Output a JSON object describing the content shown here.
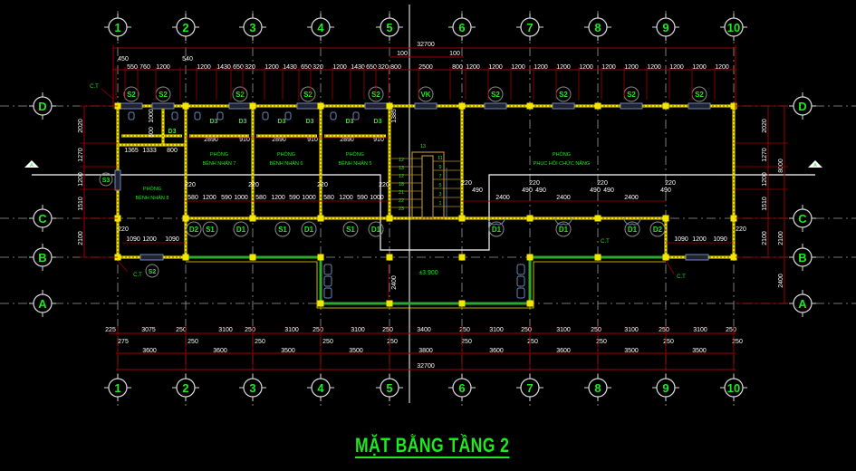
{
  "drawing": {
    "title": "MẶT BẰNG TẦNG 2",
    "level": "±3.900",
    "section_marker": "A",
    "colors": {
      "background": "#000000",
      "wall": "#f5e600",
      "dim": "#a00000",
      "grid": "#9a9a9a",
      "label": "#1ee81e",
      "balcony": "#2ea82e",
      "window": "#6a88b8"
    }
  },
  "grid": {
    "columns": [
      "1",
      "2",
      "3",
      "4",
      "5",
      "6",
      "7",
      "8",
      "9",
      "10"
    ],
    "rows": [
      "D",
      "C",
      "B",
      "A"
    ]
  },
  "dims_top": {
    "overall": "32700",
    "offsets": [
      "100",
      "100"
    ],
    "row": [
      "450",
      "550",
      "760",
      "1200",
      "540",
      "1200",
      "1430",
      "650",
      "320",
      "1200",
      "1430",
      "650",
      "320",
      "1200",
      "1430",
      "650",
      "320",
      "800",
      "2500",
      "800",
      "1200",
      "1200",
      "1200",
      "1200",
      "1200",
      "1200",
      "1200",
      "1200",
      "1200",
      "1200",
      "1200",
      "1200"
    ]
  },
  "dims_bottom": {
    "row1": [
      "225",
      "3075",
      "250",
      "3100",
      "250",
      "3100",
      "250",
      "3100",
      "250",
      "3400",
      "250",
      "3100",
      "250",
      "3100",
      "250",
      "3100",
      "250",
      "3100",
      "250"
    ],
    "row1b": [
      "275",
      "250",
      "250",
      "250",
      "250",
      "250",
      "250",
      "250",
      "250",
      "250"
    ],
    "row2": [
      "3600",
      "3600",
      "3500",
      "3500",
      "3800",
      "3600",
      "3600",
      "3500",
      "3500"
    ],
    "overall": "32700"
  },
  "dims_left": [
    "2020",
    "1270",
    "1200",
    "1510",
    "2100"
  ],
  "dims_right": {
    "row": [
      "2020",
      "1270",
      "1200",
      "1510",
      "2100"
    ],
    "total": "8000",
    "lower": [
      "2100",
      "2400"
    ]
  },
  "rooms": [
    {
      "line1": "PHÒNG",
      "line2": "BỆNH NHÂN 8"
    },
    {
      "line1": "PHÒNG",
      "line2": "BỆNH NHÂN 7"
    },
    {
      "line1": "PHÒNG",
      "line2": "BỆNH NHÂN 6"
    },
    {
      "line1": "PHÒNG",
      "line2": "BỆNH NHÂN 5"
    },
    {
      "line1": "PHÒNG",
      "line2": "PHỤC HỒI CHỨC NĂNG"
    }
  ],
  "room_dims": {
    "toilet": [
      "2890",
      "910",
      "2890",
      "910",
      "2890",
      "910"
    ],
    "wc_left": [
      "1365",
      "1333",
      "800",
      "1000",
      "800"
    ],
    "door_row": [
      "220",
      "580",
      "1200",
      "590",
      "1000",
      "220",
      "580",
      "1200",
      "590",
      "1000",
      "220",
      "580",
      "1200",
      "590",
      "1000",
      "220"
    ],
    "rehab_row": [
      "220",
      "490",
      "2400",
      "220",
      "490",
      "490",
      "2400",
      "220",
      "490",
      "490",
      "2400",
      "220",
      "490"
    ],
    "bottom_left": [
      "220",
      "1090",
      "1200",
      "1090"
    ],
    "bottom_right": [
      "1090",
      "1200",
      "1090",
      "220"
    ],
    "stair_height": "1385",
    "balcony_depth": "2400"
  },
  "stairs": {
    "steps_left": [
      "12",
      "13",
      "12",
      "18",
      "21",
      "22",
      "23"
    ],
    "steps_right": [
      "11",
      "9",
      "7",
      "5",
      "3",
      "1"
    ],
    "top": "13"
  },
  "symbols": {
    "windows_top": [
      "S2",
      "S2",
      "S2",
      "S2",
      "S2",
      "VK",
      "S2",
      "S2",
      "S2",
      "S2"
    ],
    "window_left": "S3",
    "window_bottom": "S2",
    "doors": [
      "D2",
      "S1",
      "D1",
      "S1",
      "D1",
      "S1",
      "D1",
      "D1",
      "D1",
      "D1",
      "D2"
    ],
    "doors_toilet": [
      "D3",
      "D3",
      "D3",
      "D3",
      "D3",
      "D3",
      "D3"
    ],
    "column_tags": [
      "C.T",
      "C.T",
      "C.T",
      "C.T"
    ]
  }
}
